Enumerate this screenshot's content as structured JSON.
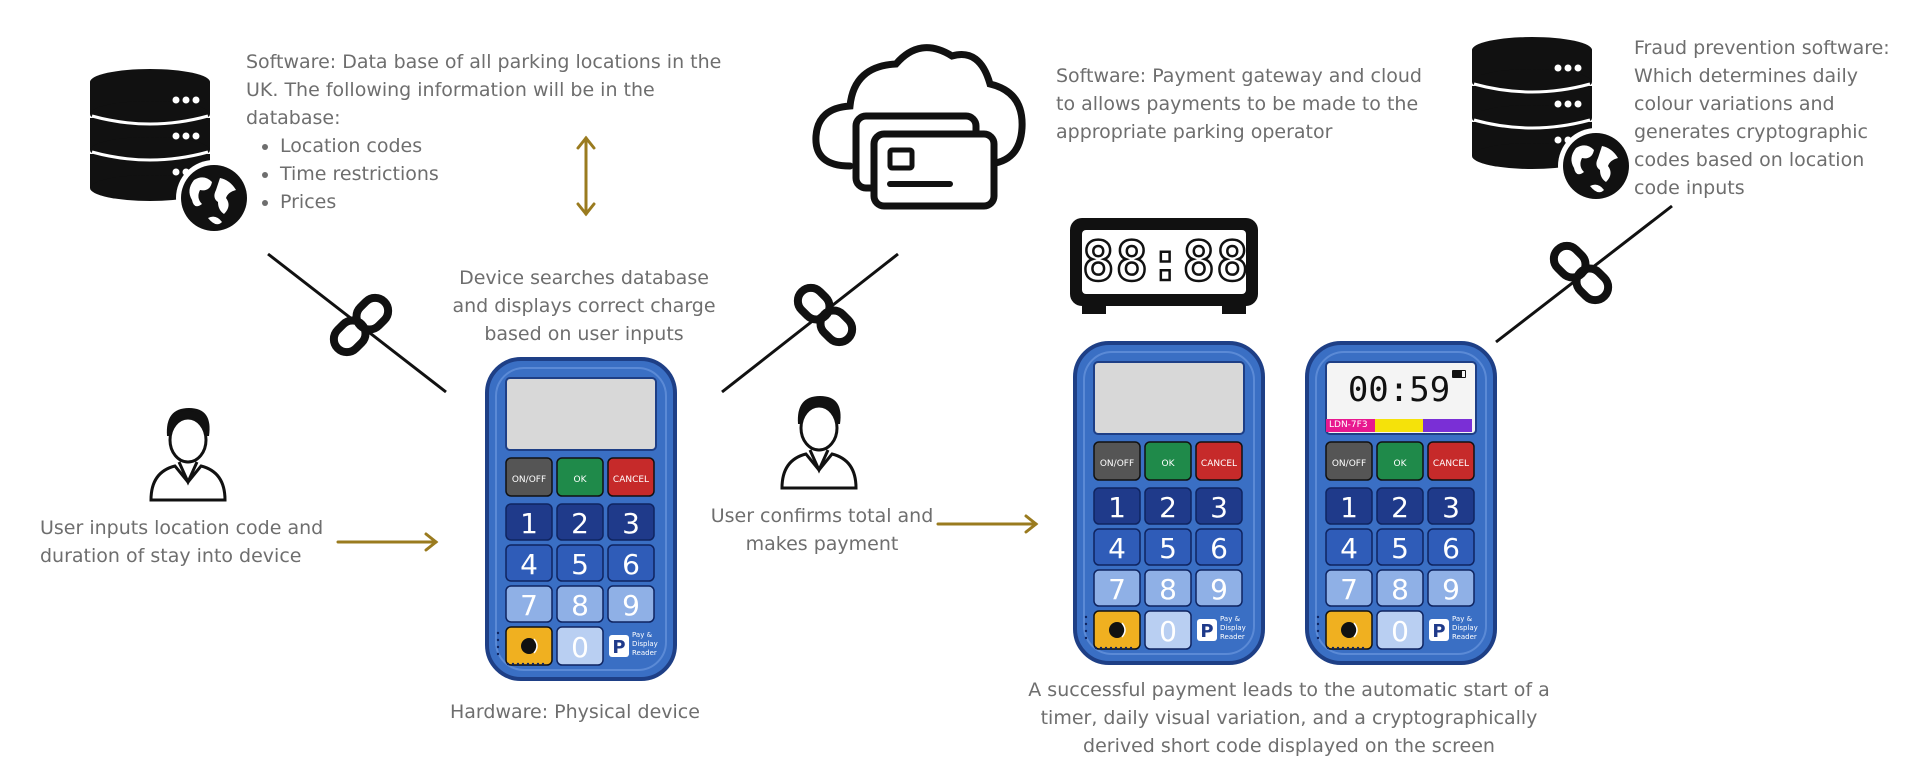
{
  "database_left": {
    "heading": "Software: Data base of all parking locations in the UK. The following information will be in the database:",
    "items": [
      "Location codes",
      "Time restrictions",
      "Prices"
    ]
  },
  "payment_gateway": {
    "text": "Software: Payment gateway and cloud to allows payments to be  made to the appropriate parking operator"
  },
  "fraud_prevention": {
    "text": "Fraud prevention software: Which determines daily colour variations and generates cryptographic codes based on location code inputs"
  },
  "device_search": {
    "text": "Device searches database and displays correct charge based on user inputs"
  },
  "user_input": {
    "text": "User inputs location code and duration of stay into device"
  },
  "user_confirm": {
    "text": "User confirms total and makes payment"
  },
  "hardware": {
    "text": "Hardware: Physical device"
  },
  "result": {
    "text": "A successful payment leads to the automatic start of a timer, daily visual variation, and a cryptographically derived short code displayed on the screen"
  },
  "clock": {
    "display": "88:88"
  },
  "device": {
    "on_off": "ON/OFF",
    "ok": "OK",
    "cancel": "CANCEL",
    "keys": [
      "1",
      "2",
      "3",
      "4",
      "5",
      "6",
      "7",
      "8",
      "9"
    ],
    "zero": "0",
    "brand_p": "P",
    "brand_text": [
      "Pay &",
      "Display",
      "Reader"
    ]
  },
  "active_screen": {
    "timer": "00:59",
    "code": "LDN-7F3",
    "color_bar": [
      "#e8188f",
      "#f5e20a",
      "#7a2fd6"
    ]
  },
  "colors": {
    "arrow": "#9a7b1f",
    "device_body": "#3a6fc4",
    "device_border": "#1e3f86",
    "key_dark": "#1f3a8a",
    "key_light": "#8fb0e6",
    "btn_onoff": "#555555",
    "btn_ok": "#1f8a4a",
    "btn_cancel": "#c62a2a",
    "btn_sound": "#f0b020"
  }
}
